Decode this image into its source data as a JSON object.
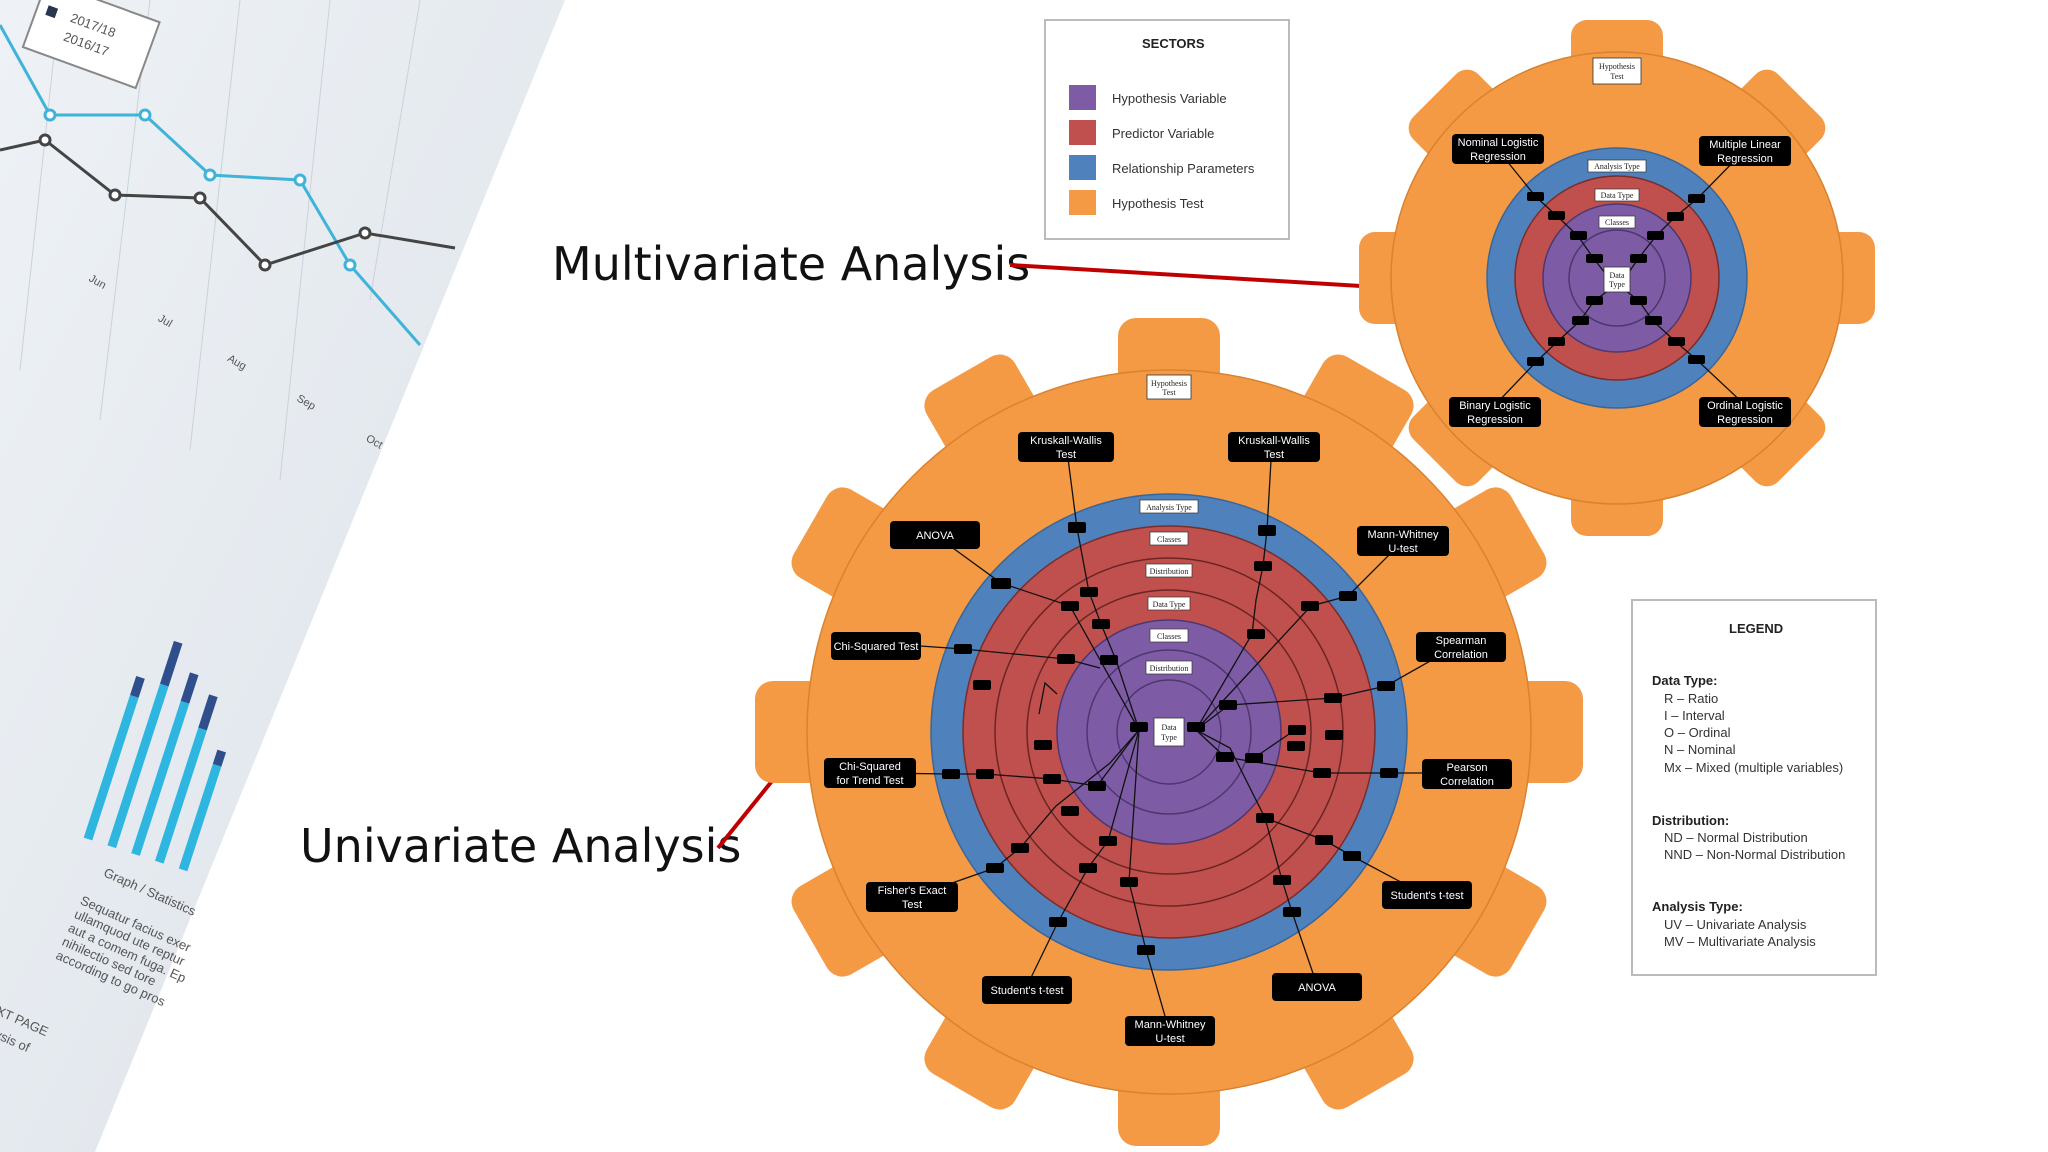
{
  "colors": {
    "hypothesis_variable": "#7D5CA5",
    "predictor_variable": "#C0504D",
    "relationship_parameters": "#4F81BD",
    "hypothesis_test": "#F49A45",
    "arrow": "#C00000",
    "node": "#000000"
  },
  "background": {
    "legend_years": [
      "2017/18",
      "2016/17"
    ],
    "axis_months": [
      "Jun",
      "Jul",
      "Aug",
      "Sep",
      "Oct"
    ],
    "heading": "Graph / Statistics",
    "body_lines": [
      "Sequatur facius exer",
      "ullamquod ute reptur",
      "aut a comem fuga. Ep",
      "nihilectio sed tore",
      "according to go pros"
    ],
    "next_page": "NEXT PAGE",
    "next_title": "Analysis of"
  },
  "labels": {
    "multivariate": "Multivariate Analysis",
    "univariate": "Univariate Analysis"
  },
  "sectors_legend": {
    "title": "SECTORS",
    "items": [
      {
        "label": "Hypothesis Variable",
        "color_key": "hypothesis_variable"
      },
      {
        "label": "Predictor Variable",
        "color_key": "predictor_variable"
      },
      {
        "label": "Relationship Parameters",
        "color_key": "relationship_parameters"
      },
      {
        "label": "Hypothesis Test",
        "color_key": "hypothesis_test"
      }
    ]
  },
  "key_legend": {
    "title": "LEGEND",
    "sections": [
      {
        "heading": "Data Type:",
        "lines": [
          "R – Ratio",
          "I – Interval",
          "O – Ordinal",
          "N – Nominal",
          "Mx – Mixed (multiple variables)"
        ]
      },
      {
        "heading": "Distribution:",
        "lines": [
          "ND – Normal Distribution",
          "NND – Non-Normal Distribution"
        ]
      },
      {
        "heading": "Analysis Type:",
        "lines": [
          "UV – Univariate Analysis",
          "MV – Multivariate Analysis"
        ]
      }
    ]
  },
  "univariate_gear": {
    "header_box": [
      "Hypothesis",
      "Test"
    ],
    "ring_labels": [
      "Analysis Type",
      "Classes",
      "Distribution",
      "Data Type",
      "Classes",
      "Distribution"
    ],
    "center_box": [
      "Data",
      "Type"
    ],
    "tests": [
      {
        "lines": [
          "Kruskall-Wallis",
          "Test"
        ]
      },
      {
        "lines": [
          "Kruskall-Wallis",
          "Test"
        ]
      },
      {
        "lines": [
          "ANOVA"
        ]
      },
      {
        "lines": [
          "Mann-Whitney",
          "U-test"
        ]
      },
      {
        "lines": [
          "Chi-Squared Test"
        ]
      },
      {
        "lines": [
          "Spearman",
          "Correlation"
        ]
      },
      {
        "lines": [
          "Chi-Squared",
          "for Trend Test"
        ]
      },
      {
        "lines": [
          "Pearson",
          "Correlation"
        ]
      },
      {
        "lines": [
          "Fisher's Exact",
          "Test"
        ]
      },
      {
        "lines": [
          "Student's t-test"
        ]
      },
      {
        "lines": [
          "Student's t-test"
        ]
      },
      {
        "lines": [
          "ANOVA"
        ]
      },
      {
        "lines": [
          "Mann-Whitney",
          "U-test"
        ]
      }
    ]
  },
  "multivariate_gear": {
    "header_box": [
      "Hypothesis",
      "Test"
    ],
    "ring_labels": [
      "Analysis Type",
      "Data Type",
      "Classes"
    ],
    "center_box": [
      "Data",
      "Type"
    ],
    "tests": [
      {
        "lines": [
          "Nominal Logistic",
          "Regression"
        ]
      },
      {
        "lines": [
          "Multiple Linear",
          "Regression"
        ]
      },
      {
        "lines": [
          "Binary Logistic",
          "Regression"
        ]
      },
      {
        "lines": [
          "Ordinal Logistic",
          "Regression"
        ]
      }
    ]
  }
}
